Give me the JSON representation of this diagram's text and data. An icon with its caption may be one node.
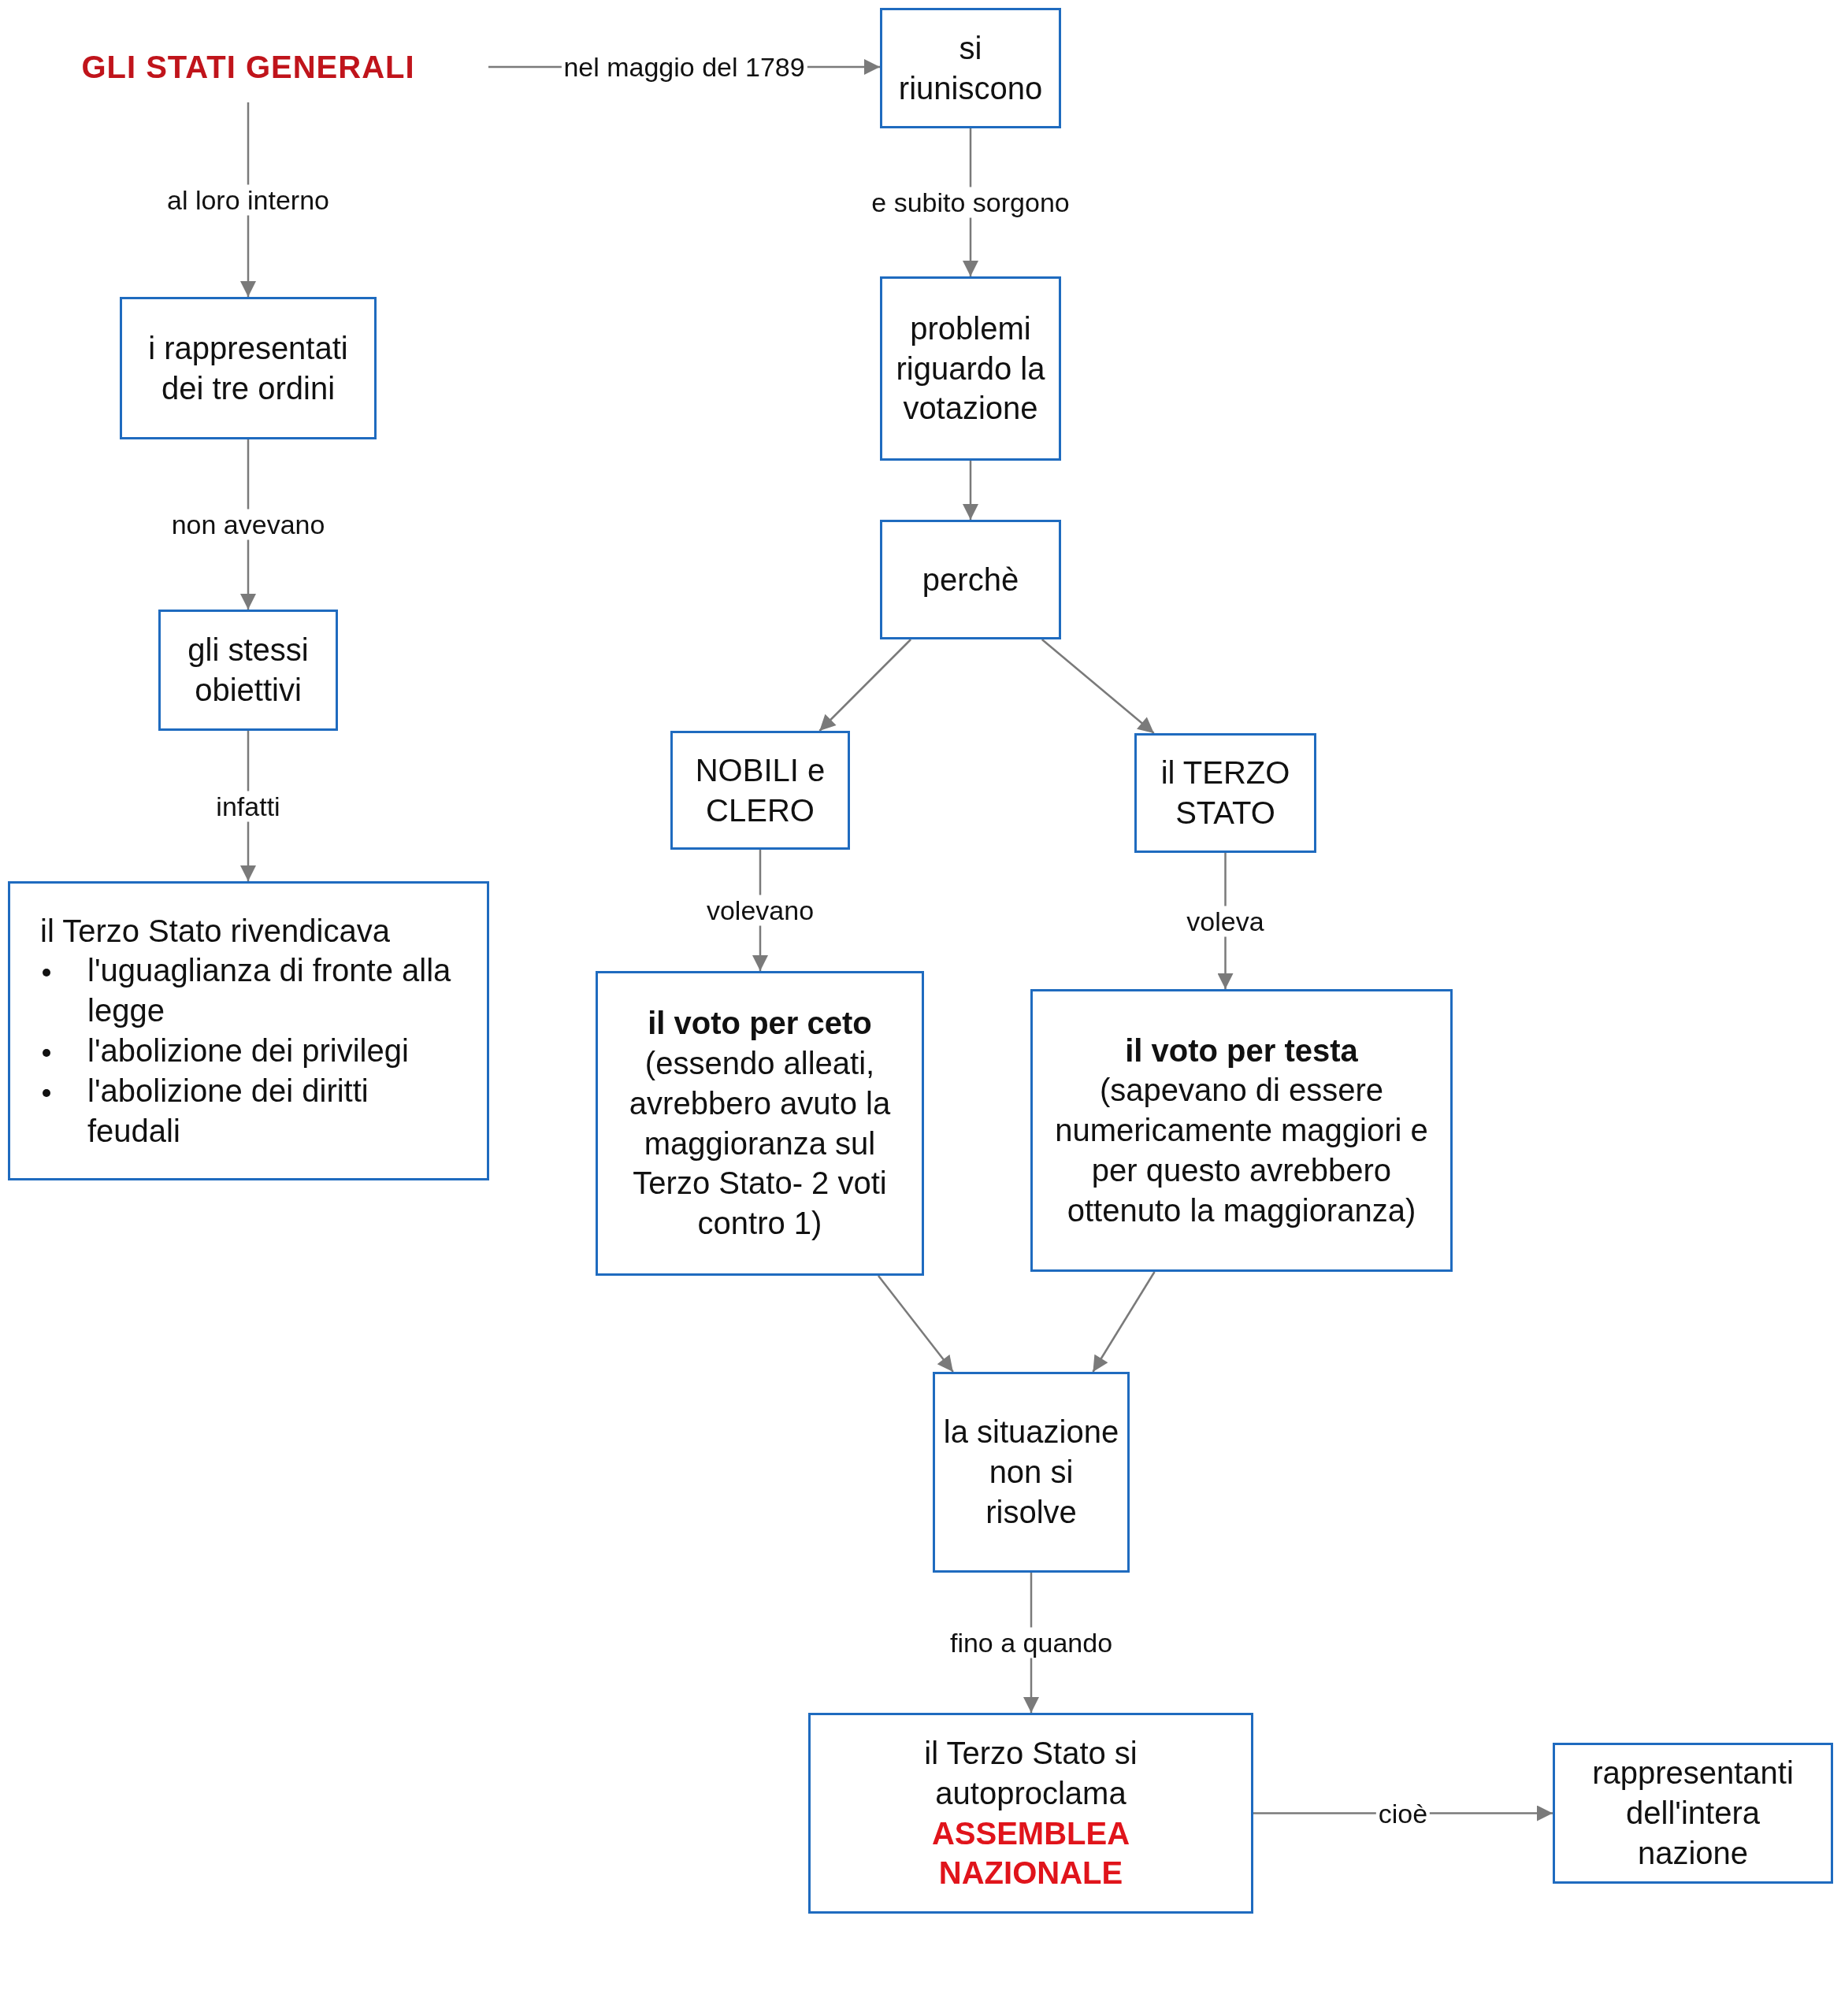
{
  "diagram": {
    "nodes": [
      {
        "text": [
          "GLI STATI GENERALI"
        ]
      },
      {
        "text": [
          "si riuniscono"
        ]
      },
      {
        "text": [
          "i rappresentati dei tre ordini"
        ]
      },
      {
        "text": [
          "problemi riguardo la votazione"
        ]
      },
      {
        "text": [
          "gli stessi obiettivi"
        ]
      },
      {
        "text": [
          "perchè"
        ]
      },
      {
        "text": [
          "il Terzo Stato rivendicava",
          "l'uguaglianza di fronte alla legge",
          "l'abolizione dei privilegi",
          "l'abolizione dei diritti feudali"
        ]
      },
      {
        "text": [
          "NOBILI e CLERO"
        ]
      },
      {
        "text": [
          "il TERZO STATO"
        ]
      },
      {
        "text": [
          "il voto per ceto",
          "(essendo alleati, avrebbero avuto la maggioranza sul Terzo Stato- 2 voti contro 1)"
        ]
      },
      {
        "text": [
          "il voto per testa",
          "(sapevano di essere numericamente maggiori e per questo avrebbero ottenuto la maggioranza)"
        ]
      },
      {
        "text": [
          "la situazione non si risolve"
        ]
      },
      {
        "text": [
          "il Terzo Stato si autoproclama",
          "ASSEMBLEA NAZIONALE"
        ]
      },
      {
        "text": [
          "rappresentanti dell'intera nazione"
        ]
      }
    ],
    "edges": [
      {
        "from": 0,
        "to": 1,
        "arrow": "to",
        "label": "nel maggio del 1789"
      },
      {
        "from": 0,
        "to": 2,
        "arrow": "to",
        "label": "al loro interno"
      },
      {
        "from": 1,
        "to": 3,
        "arrow": "to",
        "label": "e subito sorgono"
      },
      {
        "from": 2,
        "to": 4,
        "arrow": "to",
        "label": "non avevano"
      },
      {
        "from": 3,
        "to": 5,
        "arrow": "to"
      },
      {
        "from": 4,
        "to": 6,
        "arrow": "to",
        "label": "infatti"
      },
      {
        "from": 5,
        "to": 7,
        "arrow": "to"
      },
      {
        "from": 5,
        "to": 8,
        "arrow": "to"
      },
      {
        "from": 7,
        "to": 9,
        "arrow": "to",
        "label": "volevano"
      },
      {
        "from": 8,
        "to": 10,
        "arrow": "to",
        "label": "voleva"
      },
      {
        "from": 9,
        "to": 11,
        "arrow": "to"
      },
      {
        "from": 10,
        "to": 11,
        "arrow": "to"
      },
      {
        "from": 11,
        "to": 12,
        "arrow": "to",
        "label": "fino a quando"
      },
      {
        "from": 12,
        "to": 13,
        "arrow": "to",
        "label": "cioè"
      }
    ]
  }
}
